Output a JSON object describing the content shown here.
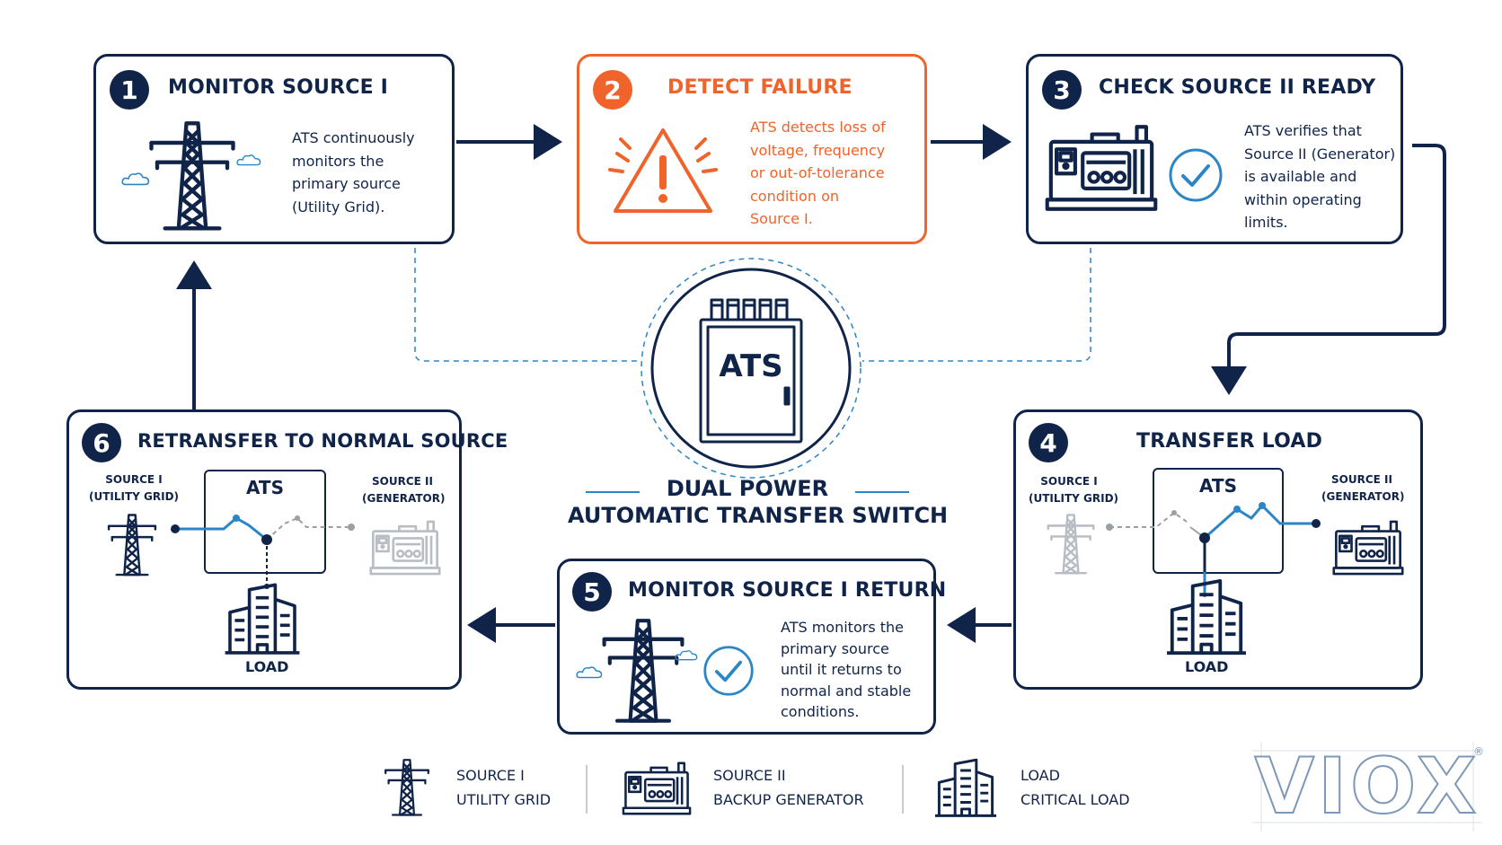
{
  "colors": {
    "navy": "#10244a",
    "accent": "#f0632a",
    "blue": "#2b86c8",
    "gray": "#b8bdc4"
  },
  "center": {
    "ats_label": "ATS",
    "title_line1": "DUAL POWER",
    "title_line2": "AUTOMATIC TRANSFER SWITCH"
  },
  "steps": [
    {
      "number": "1",
      "title": "MONITOR SOURCE I",
      "description": [
        "ATS continuously",
        "monitors the",
        "primary source",
        "(Utility Grid)."
      ],
      "icon": "transmission-tower-icon"
    },
    {
      "number": "2",
      "title": "DETECT FAILURE",
      "description": [
        "ATS detects loss of",
        "voltage, frequency",
        "or out-of-tolerance",
        "condition on",
        "Source I."
      ],
      "icon": "warning-triangle-icon"
    },
    {
      "number": "3",
      "title": "CHECK SOURCE II READY",
      "description": [
        "ATS verifies that",
        "Source II (Generator)",
        "is available and",
        "within operating",
        "limits."
      ],
      "icon": "generator-icon"
    },
    {
      "number": "4",
      "title": "TRANSFER LOAD",
      "source1": [
        "SOURCE I",
        "(UTILITY GRID)"
      ],
      "source2": [
        "SOURCE II",
        "(GENERATOR)"
      ],
      "ats_label": "ATS",
      "load_label": "LOAD"
    },
    {
      "number": "5",
      "title": "MONITOR SOURCE I RETURN",
      "description": [
        "ATS monitors the",
        "primary source",
        "until it returns to",
        "normal and stable",
        "conditions."
      ],
      "icon": "transmission-tower-icon"
    },
    {
      "number": "6",
      "title": "RETRANSFER TO NORMAL SOURCE",
      "source1": [
        "SOURCE I",
        "(UTILITY GRID)"
      ],
      "source2": [
        "SOURCE II",
        "(GENERATOR)"
      ],
      "ats_label": "ATS",
      "load_label": "LOAD"
    }
  ],
  "legend": [
    {
      "icon": "transmission-tower-icon",
      "line1": "SOURCE I",
      "line2": "UTILITY GRID"
    },
    {
      "icon": "generator-icon",
      "line1": "SOURCE II",
      "line2": "BACKUP GENERATOR"
    },
    {
      "icon": "building-icon",
      "line1": "LOAD",
      "line2": "CRITICAL LOAD"
    }
  ],
  "logo": {
    "text": "VIOX",
    "mark": "®"
  }
}
